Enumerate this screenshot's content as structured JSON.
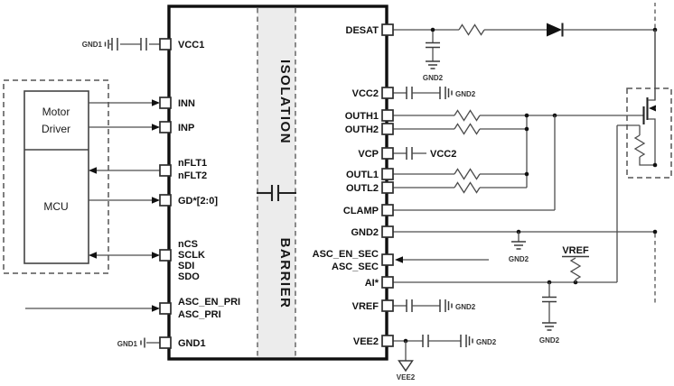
{
  "schematic": {
    "ic": {
      "isolation": "ISOLATION",
      "barrier": "BARRIER",
      "pins_left": {
        "vcc1": "VCC1",
        "inn": "INN",
        "inp": "INP",
        "nflt1": "nFLT1",
        "nflt2": "nFLT2",
        "gd": "GD*[2:0]",
        "ncs": "nCS",
        "sclk": "SCLK",
        "sdi": "SDI",
        "sdo": "SDO",
        "asc_en_pri": "ASC_EN_PRI",
        "asc_pri": "ASC_PRI",
        "gnd1": "GND1"
      },
      "pins_right": {
        "desat": "DESAT",
        "vcc2": "VCC2",
        "outh1": "OUTH1",
        "outh2": "OUTH2",
        "vcp": "VCP",
        "outl1": "OUTL1",
        "outl2": "OUTL2",
        "clamp": "CLAMP",
        "gnd2": "GND2",
        "asc_en_sec": "ASC_EN_SEC",
        "asc_sec": "ASC_SEC",
        "ai": "AI*",
        "vref": "VREF",
        "vee2": "VEE2"
      }
    },
    "blocks": {
      "motor_driver_line1": "Motor",
      "motor_driver_line2": "Driver",
      "mcu": "MCU"
    },
    "nets": {
      "gnd1_vcc1": "GND1",
      "gnd1_pin": "GND1",
      "gnd2_desat": "GND2",
      "gnd2_vcc2": "GND2",
      "vcc2_vcp": "VCC2",
      "gnd2_rail": "GND2",
      "gnd2_ai": "GND2",
      "gnd2_vref": "GND2",
      "gnd2_vee2": "GND2",
      "vref_pullup": "VREF",
      "vee2_supply": "VEE2"
    },
    "colors": {
      "ink": "#111111",
      "wire": "#4d4d4d",
      "barrier_fill": "#ececec"
    }
  }
}
